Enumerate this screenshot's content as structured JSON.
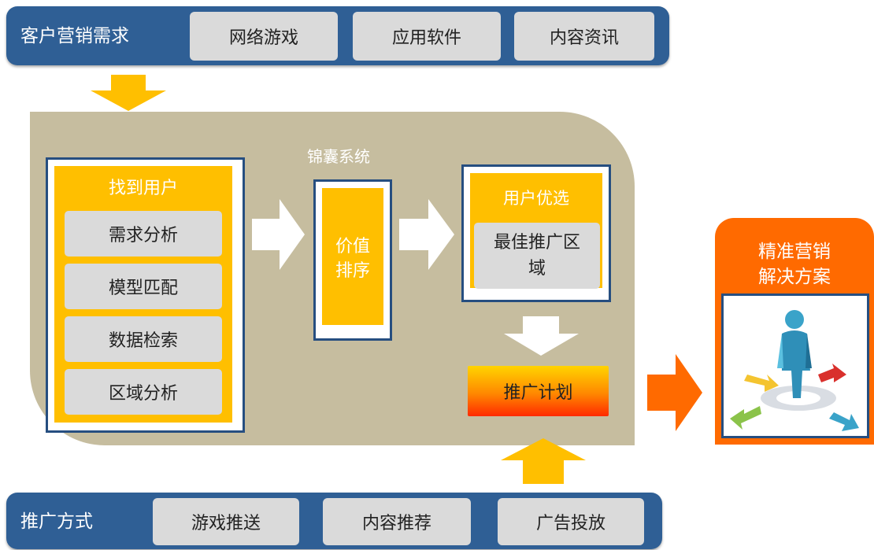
{
  "top_bar": {
    "label": "客户营销需求",
    "items": [
      "网络游戏",
      "应用软件",
      "内容资讯"
    ]
  },
  "system": {
    "title": "锦囊系统",
    "find_users": {
      "title": "找到用户",
      "steps": [
        "需求分析",
        "模型匹配",
        "数据检索",
        "区域分析"
      ]
    },
    "value_sort": "价值\n排序",
    "user_preferred": {
      "title": "用户优选",
      "item": "最佳推广区\n域"
    },
    "plan": "推广计划"
  },
  "solution": {
    "title": "精准营销\n解决方案",
    "illustration": "person-with-arrows-icon"
  },
  "bottom_bar": {
    "label": "推广方式",
    "items": [
      "游戏推送",
      "内容推荐",
      "广告投放"
    ]
  },
  "colors": {
    "bar_blue": "#2f5f95",
    "panel_tan": "#c6bd9f",
    "yellow": "#ffbf00",
    "orange": "#ff6a00",
    "gray": "#dadada"
  }
}
